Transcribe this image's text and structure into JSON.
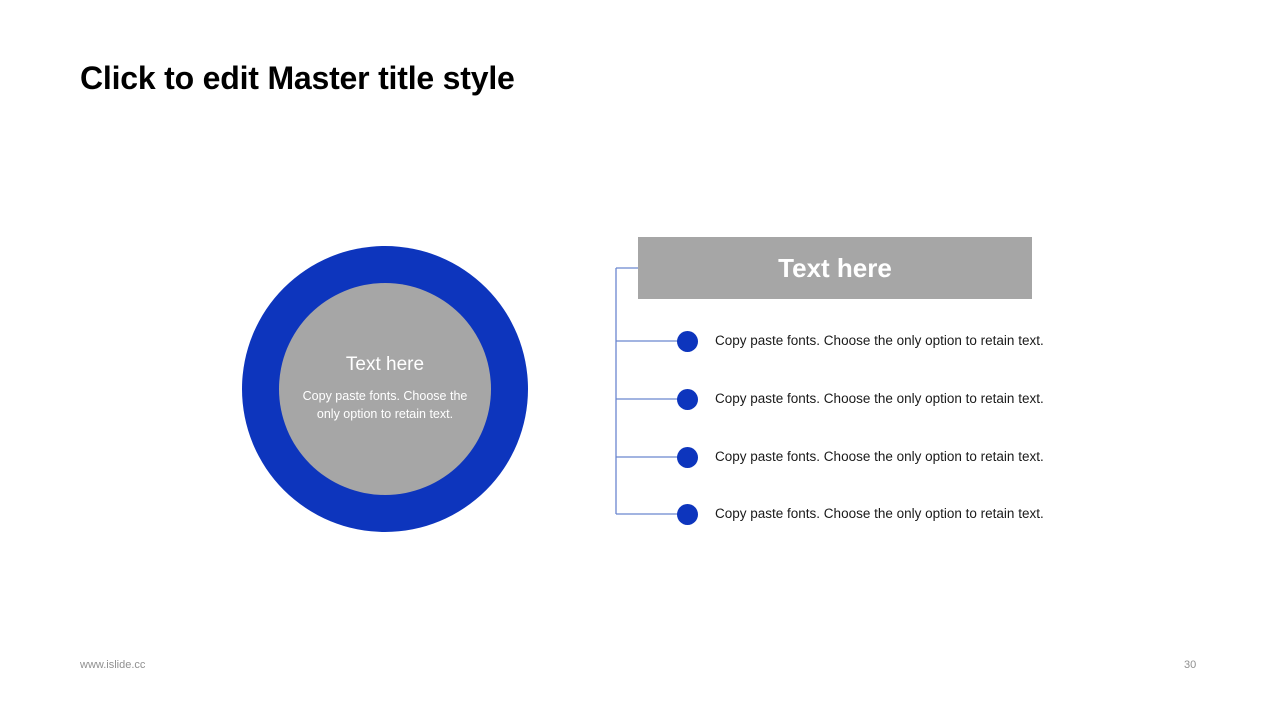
{
  "slide": {
    "title": "Click to edit Master title style",
    "background_color": "#ffffff"
  },
  "colors": {
    "accent_blue": "#0d35bd",
    "gray_fill": "#a6a6a6",
    "connector_line": "#6b86cf",
    "footer_text": "#909090",
    "body_text": "#1a1a1a"
  },
  "circle": {
    "heading": "Text here",
    "body": "Copy paste fonts. Choose the only option to retain text.",
    "ring_color": "#0d35bd",
    "inner_color": "#a6a6a6"
  },
  "header_bar": {
    "label": "Text here",
    "fill_color": "#a6a6a6",
    "text_color": "#ffffff"
  },
  "bullets": [
    {
      "text": "Copy paste fonts. Choose the only option to retain text."
    },
    {
      "text": "Copy paste fonts. Choose the only option to retain text."
    },
    {
      "text": "Copy paste fonts. Choose the only option to retain text."
    },
    {
      "text": "Copy paste fonts. Choose the only option to retain text."
    }
  ],
  "footer": {
    "url": "www.islide.cc",
    "page_number": "30"
  }
}
